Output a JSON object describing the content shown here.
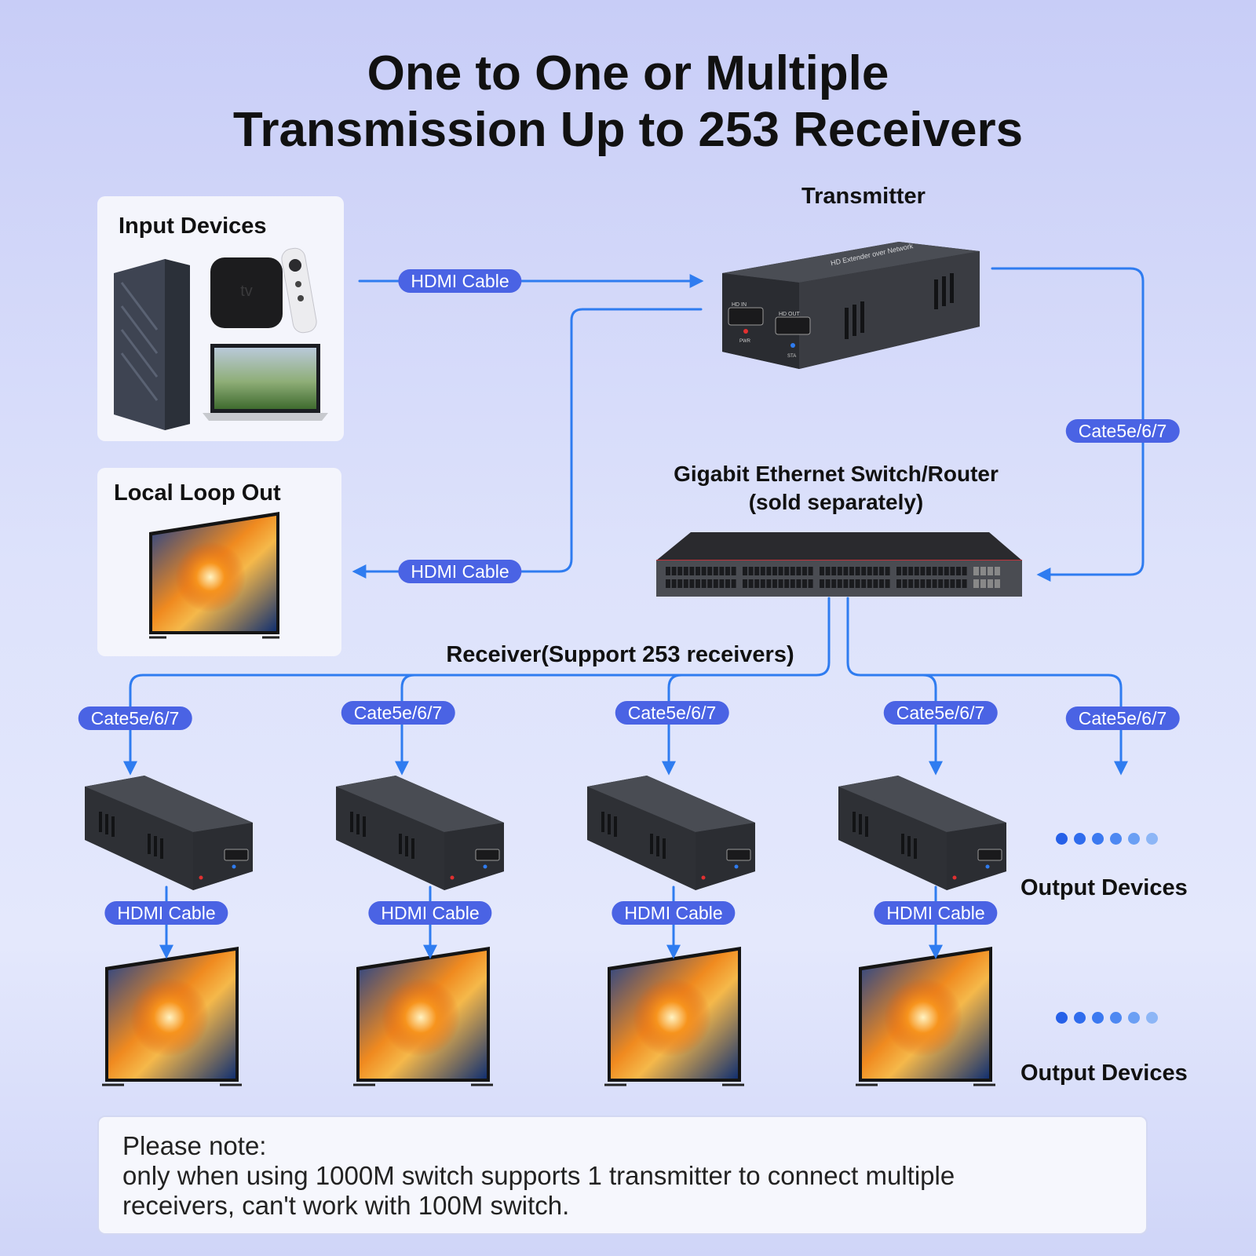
{
  "title": {
    "line1": "One to One or Multiple",
    "line2": "Transmission Up to 253 Receivers"
  },
  "panels": {
    "input_devices": "Input Devices",
    "local_loop_out": "Local Loop Out"
  },
  "labels": {
    "transmitter": "Transmitter",
    "switch_line1": "Gigabit Ethernet Switch/Router",
    "switch_line2": "(sold separately)",
    "receiver": "Receiver(Support 253 receivers)",
    "output_devices_1": "Output Devices",
    "output_devices_2": "Output Devices"
  },
  "cables": {
    "hdmi_in": "HDMI Cable",
    "hdmi_loop": "HDMI Cable",
    "cat_tx": "Cate5e/6/7",
    "cat_rx": [
      "Cate5e/6/7",
      "Cate5e/6/7",
      "Cate5e/6/7",
      "Cate5e/6/7",
      "Cate5e/6/7"
    ],
    "hdmi_rx": [
      "HDMI Cable",
      "HDMI Cable",
      "HDMI Cable",
      "HDMI Cable"
    ]
  },
  "device_text": {
    "brand": "HD Extender over Network",
    "hd_in": "HD IN",
    "hd_out": "HD OUT",
    "pwr": "PWR",
    "sta": "STA",
    "tv_logo": "tv"
  },
  "note": {
    "line1": "Please note:",
    "line2": "only when using 1000M switch supports 1 transmitter to connect multiple",
    "line3": "receivers, can't work with 100M switch."
  },
  "colors": {
    "wire": "#2f7cf0",
    "pill": "#4a63e4",
    "device": "#3a3c42"
  }
}
